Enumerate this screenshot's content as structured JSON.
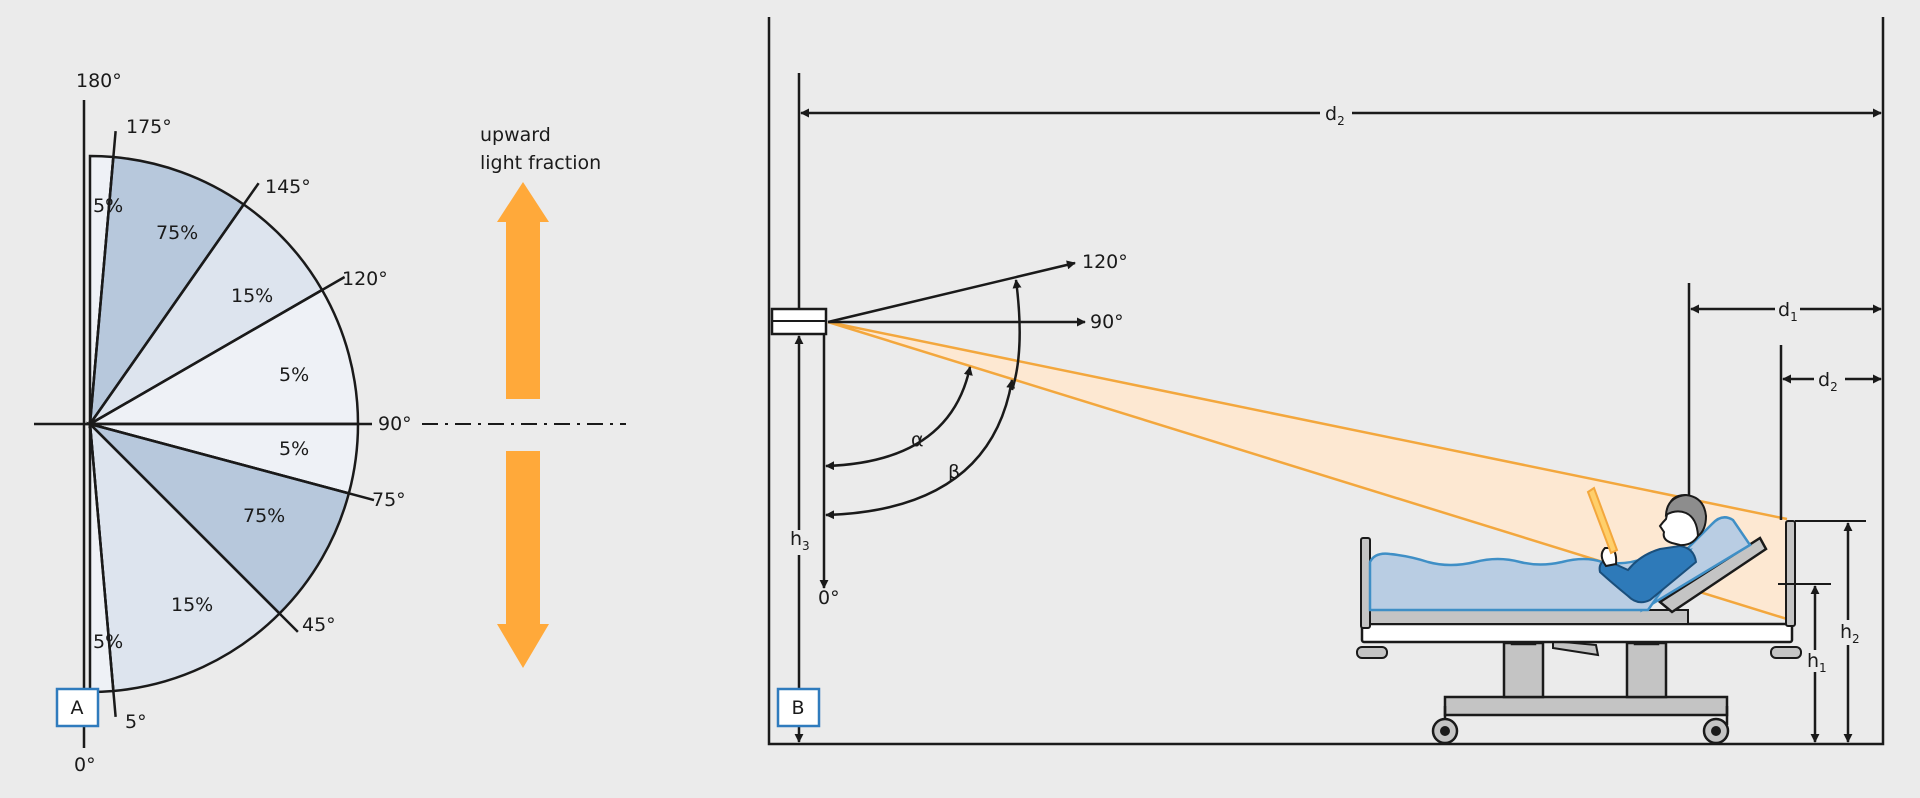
{
  "colors": {
    "background": "#ebebeb",
    "line": "#1a1a1a",
    "slice_dark": "#b7c8dc",
    "slice_mid": "#dde4ee",
    "slice_light": "#eef1f6",
    "arrow_orange": "#ffa93a",
    "beam_fill": "#fde8d2",
    "beam_line": "#f3a73d",
    "bed_blue": "#3f8fc6",
    "blanket": "#b9cde3",
    "bed_grey": "#c4c4c4",
    "label_box": "#2f7bbd"
  },
  "panel_a": {
    "label": "A",
    "angle_labels": {
      "a180": "180°",
      "a175": "175°",
      "a145": "145°",
      "a120": "120°",
      "a90": "90°",
      "a75": "75°",
      "a45": "45°",
      "a5": "5°",
      "a0": "0°"
    },
    "upward_light_fraction": [
      "upward",
      "light fraction"
    ],
    "slices": [
      {
        "from_deg": 175,
        "to_deg": 180,
        "value": "5%",
        "shade": "light"
      },
      {
        "from_deg": 145,
        "to_deg": 175,
        "value": "75%",
        "shade": "dark"
      },
      {
        "from_deg": 120,
        "to_deg": 145,
        "value": "15%",
        "shade": "mid"
      },
      {
        "from_deg": 90,
        "to_deg": 120,
        "value": "5%",
        "shade": "light"
      },
      {
        "from_deg": 75,
        "to_deg": 90,
        "value": "5%",
        "shade": "light"
      },
      {
        "from_deg": 45,
        "to_deg": 75,
        "value": "75%",
        "shade": "dark"
      },
      {
        "from_deg": 5,
        "to_deg": 45,
        "value": "15%",
        "shade": "mid"
      },
      {
        "from_deg": 0,
        "to_deg": 5,
        "value": "5%",
        "shade": "light"
      }
    ]
  },
  "panel_b": {
    "label": "B",
    "angle_120": "120°",
    "angle_90": "90°",
    "angle_0": "0°",
    "alpha": "α",
    "beta": "β",
    "d2_main": "d",
    "d2_main_sub": "2",
    "d1": "d",
    "d1_sub": "1",
    "d2_small": "d",
    "d2_small_sub": "2",
    "h3": "h",
    "h3_sub": "3",
    "h2": "h",
    "h2_sub": "2",
    "h1": "h",
    "h1_sub": "1"
  }
}
